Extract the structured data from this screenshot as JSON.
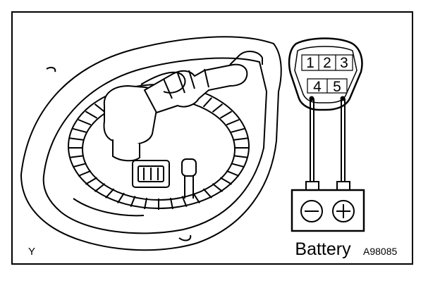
{
  "figure": {
    "view_letter": "Y",
    "reference_code": "A98085"
  },
  "connector": {
    "pins": [
      "1",
      "2",
      "3",
      "4",
      "5"
    ]
  },
  "battery": {
    "label": "Battery",
    "negative_symbol": "−",
    "positive_symbol": "+"
  },
  "colors": {
    "line": "#000000",
    "background": "#ffffff"
  }
}
